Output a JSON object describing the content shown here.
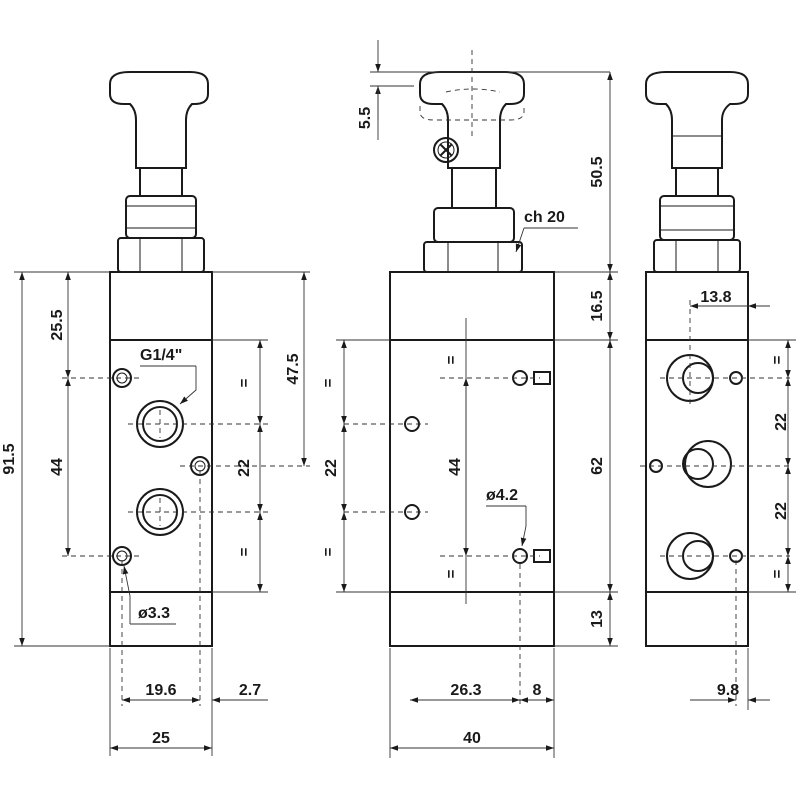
{
  "dims": {
    "h_91_5": "91.5",
    "h_25_5": "25.5",
    "h_44": "44",
    "h_47_5": "47.5",
    "h_22": "22",
    "thread": "G1/4\"",
    "hole_3_3": "ø3.3",
    "w_19_6": "19.6",
    "w_2_7": "2.7",
    "w_25": "25",
    "m_5_5": "5.5",
    "m_50_5": "50.5",
    "m_16_5": "16.5",
    "m_62": "62",
    "m_13": "13",
    "m_22": "22",
    "m_44": "44",
    "hex": "ch 20",
    "hole_4_2": "ø4.2",
    "w_26_3": "26.3",
    "w_8": "8",
    "w_40": "40",
    "r_13_8": "13.8",
    "r_22a": "22",
    "r_22b": "22",
    "w_9_8": "9.8",
    "equal": "="
  }
}
